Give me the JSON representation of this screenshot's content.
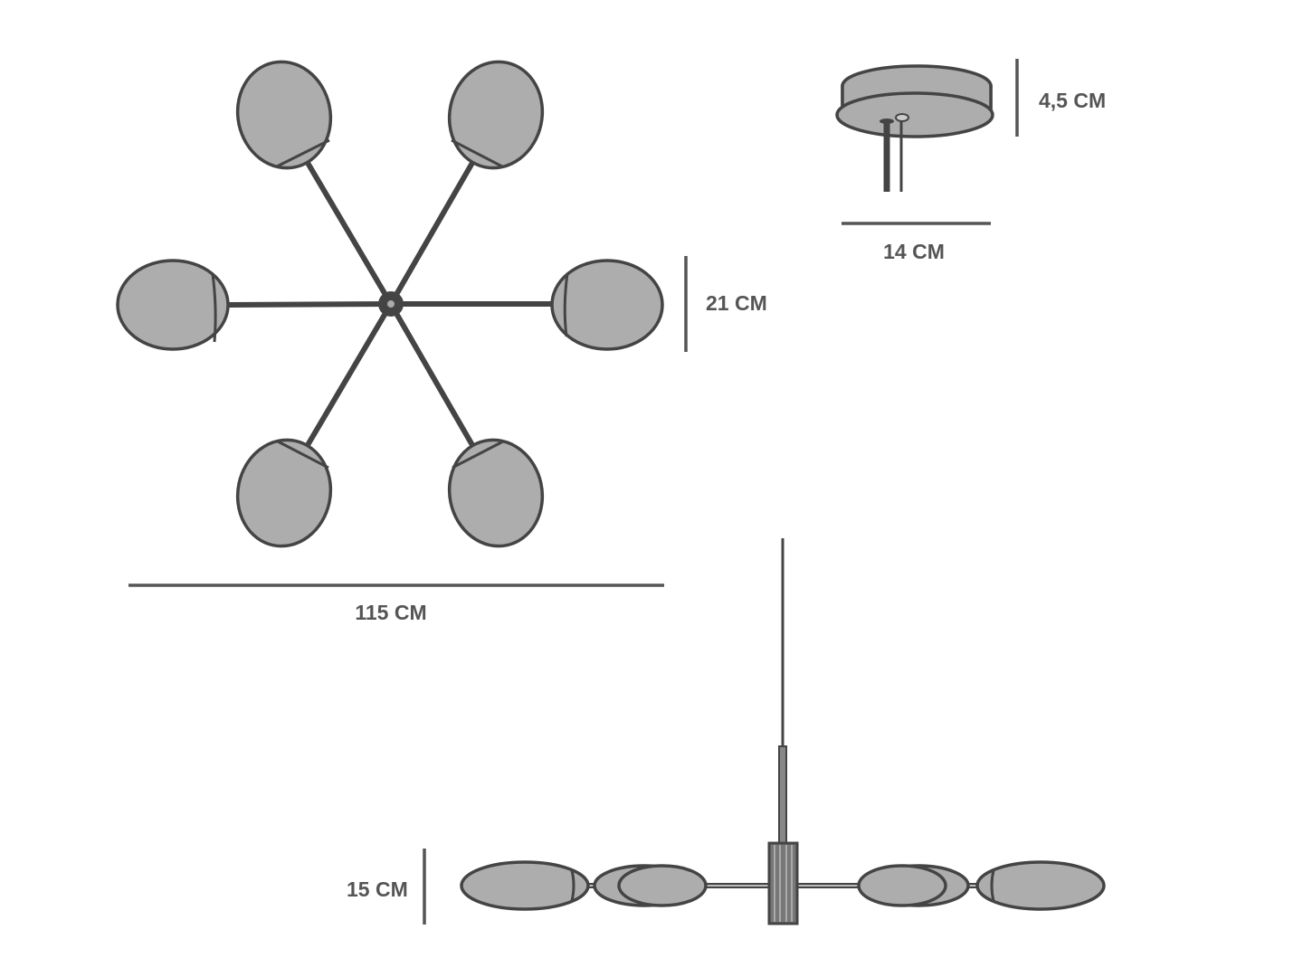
{
  "dimensions": {
    "shade_height": "21 CM",
    "total_width": "115 CM",
    "canopy_height": "4,5 CM",
    "canopy_width": "14 CM",
    "side_height": "15 CM"
  },
  "colors": {
    "stroke": "#444444",
    "fill": "#adadad",
    "text": "#555555"
  }
}
